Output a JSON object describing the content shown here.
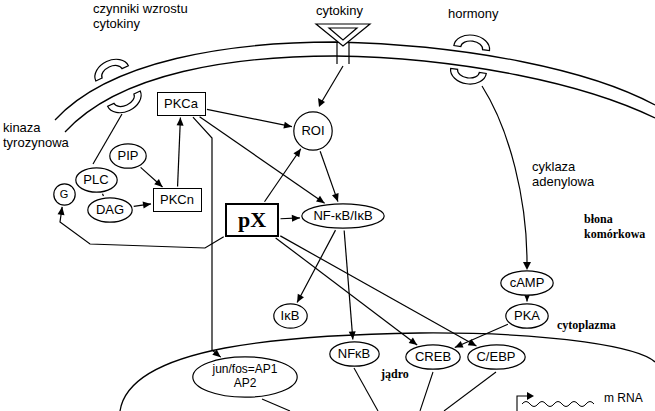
{
  "diagram": {
    "nodes": [
      {
        "text": [
          "PKCa"
        ]
      },
      {
        "text": [
          "ROI"
        ]
      },
      {
        "text": [
          "PLC"
        ]
      },
      {
        "text": [
          "PIP"
        ]
      },
      {
        "text": [
          "G"
        ]
      },
      {
        "text": [
          "DAG"
        ]
      },
      {
        "text": [
          "PKCn"
        ]
      },
      {
        "text": [
          "pX"
        ]
      },
      {
        "text": [
          "NF-κB/IκB"
        ]
      },
      {
        "text": [
          "cAMP"
        ]
      },
      {
        "text": [
          "PKA"
        ]
      },
      {
        "text": [
          "IκB"
        ]
      },
      {
        "text": [
          "jun/fos=AP1 AP2"
        ]
      },
      {
        "text": [
          "NFκB"
        ]
      },
      {
        "text": [
          "CREB"
        ]
      },
      {
        "text": [
          "C/EBP"
        ]
      }
    ],
    "edges": [
      {
        "from": 6,
        "to": 0,
        "arrow": "to"
      },
      {
        "from": 5,
        "to": 6,
        "arrow": "to"
      },
      {
        "from": 3,
        "to": 6,
        "arrow": "to"
      },
      {
        "from": 2,
        "to": 5,
        "arrow": "none"
      },
      {
        "from": 0,
        "to": 1,
        "arrow": "to"
      },
      {
        "from": 0,
        "to": 8,
        "arrow": "to"
      },
      {
        "from": 0,
        "to": 12,
        "arrow": "to"
      },
      {
        "from": 1,
        "to": 8,
        "arrow": "to"
      },
      {
        "from": 7,
        "to": 1,
        "arrow": "to"
      },
      {
        "from": 7,
        "to": 8,
        "arrow": "to"
      },
      {
        "from": 7,
        "to": 4,
        "arrow": "to"
      },
      {
        "from": 8,
        "to": 11,
        "arrow": "to"
      },
      {
        "from": 8,
        "to": 13,
        "arrow": "to"
      },
      {
        "from": 7,
        "to": 14,
        "arrow": "to"
      },
      {
        "from": 7,
        "to": 15,
        "arrow": "to"
      },
      {
        "from": 9,
        "to": 10,
        "arrow": "to"
      },
      {
        "from": 10,
        "to": 14,
        "arrow": "to"
      }
    ],
    "labels": [
      "czynniki wzrostu cytokiny",
      "cytokiny",
      "hormony",
      "kinaza tyrozynowa",
      "cyklaza adenylowa",
      "błona komórkowa",
      "cytoplazma",
      "jądro",
      "m RNA"
    ]
  }
}
